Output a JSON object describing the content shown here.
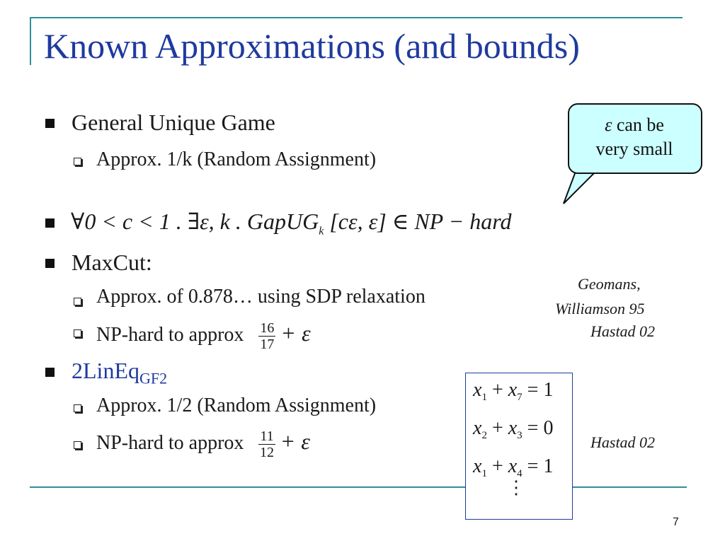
{
  "slide": {
    "title": "Known Approximations (and bounds)",
    "page_number": "7"
  },
  "callout": {
    "line1_symbol": "ε",
    "line1_text": " can be",
    "line2_text": "very small"
  },
  "bullets": {
    "b1": {
      "text": "General Unique Game",
      "sub1": "Approx. 1/k (Random Assignment)"
    },
    "b2": {
      "formula": "∀0 < c < 1 . ∃ε, k  . GapUG",
      "subscript": "k",
      "formula_tail": " [cε, ε] ∈ NP − hard"
    },
    "b3": {
      "text": "MaxCut:",
      "sub1": "Approx. of  0.878… using SDP relaxation",
      "sub2": "NP-hard to approx",
      "sub2_num": "16",
      "sub2_den": "17",
      "sub2_tail": "+ ε"
    },
    "b4": {
      "text": "2LinEq",
      "subscript": "GF2",
      "sub1": "Approx. 1/2 (Random Assignment)",
      "sub2": "NP-hard to approx",
      "sub2_num": "11",
      "sub2_den": "12",
      "sub2_tail": "+ ε"
    }
  },
  "citations": {
    "maxcut_sdp_line1": "Geomans,",
    "maxcut_sdp_line2": "Williamson 95",
    "maxcut_hard": "Hastad 02",
    "lineq_hard": "Hastad 02"
  },
  "equations": [
    {
      "a": "x",
      "a_sub": "1",
      "b": "x",
      "b_sub": "7",
      "rhs": "1"
    },
    {
      "a": "x",
      "a_sub": "2",
      "b": "x",
      "b_sub": "3",
      "rhs": "0"
    },
    {
      "a": "x",
      "a_sub": "1",
      "b": "x",
      "b_sub": "4",
      "rhs": "1"
    }
  ],
  "vdots": "⋮",
  "colors": {
    "title": "#1f3a9e",
    "rule": "#2f8f99",
    "callout_fill": "#ccffff",
    "highlight_text": "#1f3a9e"
  }
}
